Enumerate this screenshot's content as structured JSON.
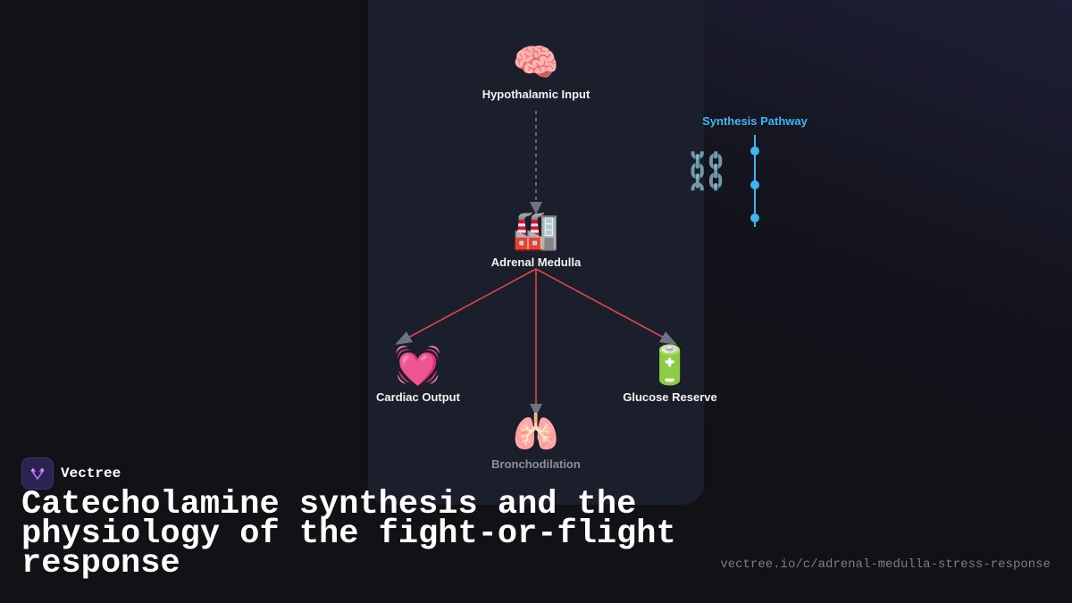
{
  "diagram": {
    "nodes": {
      "hypothalamic": {
        "label": "Hypothalamic Input",
        "icon": "brain-icon",
        "emoji": "🧠"
      },
      "adrenal": {
        "label": "Adrenal Medulla",
        "icon": "factory-icon",
        "emoji": "🏭"
      },
      "cardiac": {
        "label": "Cardiac Output",
        "icon": "heart-icon",
        "emoji": "💓"
      },
      "glucose": {
        "label": "Glucose Reserve",
        "icon": "battery-icon",
        "emoji": "🔋"
      },
      "broncho": {
        "label": "Bronchodilation",
        "icon": "lungs-icon",
        "emoji": "🫁"
      }
    },
    "edges": [
      {
        "from": "Hypothalamic Input",
        "to": "Adrenal Medulla",
        "style": "dashed",
        "color": "#7a8190"
      },
      {
        "from": "Adrenal Medulla",
        "to": "Cardiac Output",
        "style": "solid",
        "color": "#d94848"
      },
      {
        "from": "Adrenal Medulla",
        "to": "Bronchodilation",
        "style": "solid",
        "color": "#d94848"
      },
      {
        "from": "Adrenal Medulla",
        "to": "Glucose Reserve",
        "style": "solid",
        "color": "#d94848"
      }
    ],
    "synthesis": {
      "title": "Synthesis Pathway",
      "icon": "chain-icon",
      "emoji": "⛓️",
      "steps": 3,
      "color": "#3fb6f0"
    }
  },
  "brand": {
    "name": "Vectree",
    "logo": "vectree-logo-icon",
    "accent": "#b06af0"
  },
  "title": "Catecholamine synthesis and the physiology of the fight-or-flight response",
  "url": "vectree.io/c/adrenal-medulla-stress-response"
}
